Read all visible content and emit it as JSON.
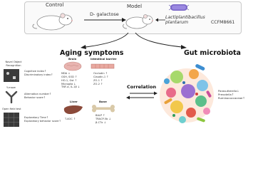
{
  "header": {
    "control_label": "Control",
    "model_label": "Model",
    "treatment_label": "D- galactose",
    "probiotic_genus_species": "Lactiplantibacillus plantarum",
    "probiotic_strain": "CCFM8661"
  },
  "sections": {
    "aging_symptoms": "Aging symptoms",
    "gut_microbiota": "Gut microbiota",
    "correlation": "Correlation"
  },
  "behavior_tests": [
    {
      "name": "Novel Object Recognition",
      "results": [
        "Cognitive index↑",
        "Discriminatory index↑"
      ]
    },
    {
      "name": "Y-maze",
      "results": [
        "Alternation number↑",
        "Behavior score↑"
      ]
    },
    {
      "name": "Open field test",
      "results": [
        "Exploratory Time↑",
        "Exploratory behavior score↑"
      ]
    }
  ],
  "organs": {
    "brain": {
      "title": "Brain",
      "items": [
        "MDA ↓",
        "GSH, SOD ↑",
        "HO-1, Gst ↑",
        "Microglia ↓",
        "TNF-α, IL-1β ↓"
      ]
    },
    "intestinal": {
      "title": "Intestinal barrier",
      "items": [
        "Occludin ↑",
        "Claudin-1 ↑",
        "ZO-1 ↑",
        "ZO-2 ↑"
      ]
    },
    "liver": {
      "title": "Liver",
      "items": [
        "T-AOC ↑"
      ]
    },
    "bone": {
      "title": "Bone",
      "items": [
        "BALP ↑",
        "TRACP-5b ↓",
        "β-CTx ↓"
      ]
    }
  },
  "microbiota_changes": [
    "Parasutterella↓",
    "Prevotella↑",
    "Ruminococcaceae↑"
  ],
  "colors": {
    "arrow": "#222222",
    "box_border": "#c9c9c9",
    "brain": "#e8b4b0",
    "liver": "#8b4a3a",
    "bone": "#d9c9a8",
    "intestine": "#e9a9a0"
  }
}
